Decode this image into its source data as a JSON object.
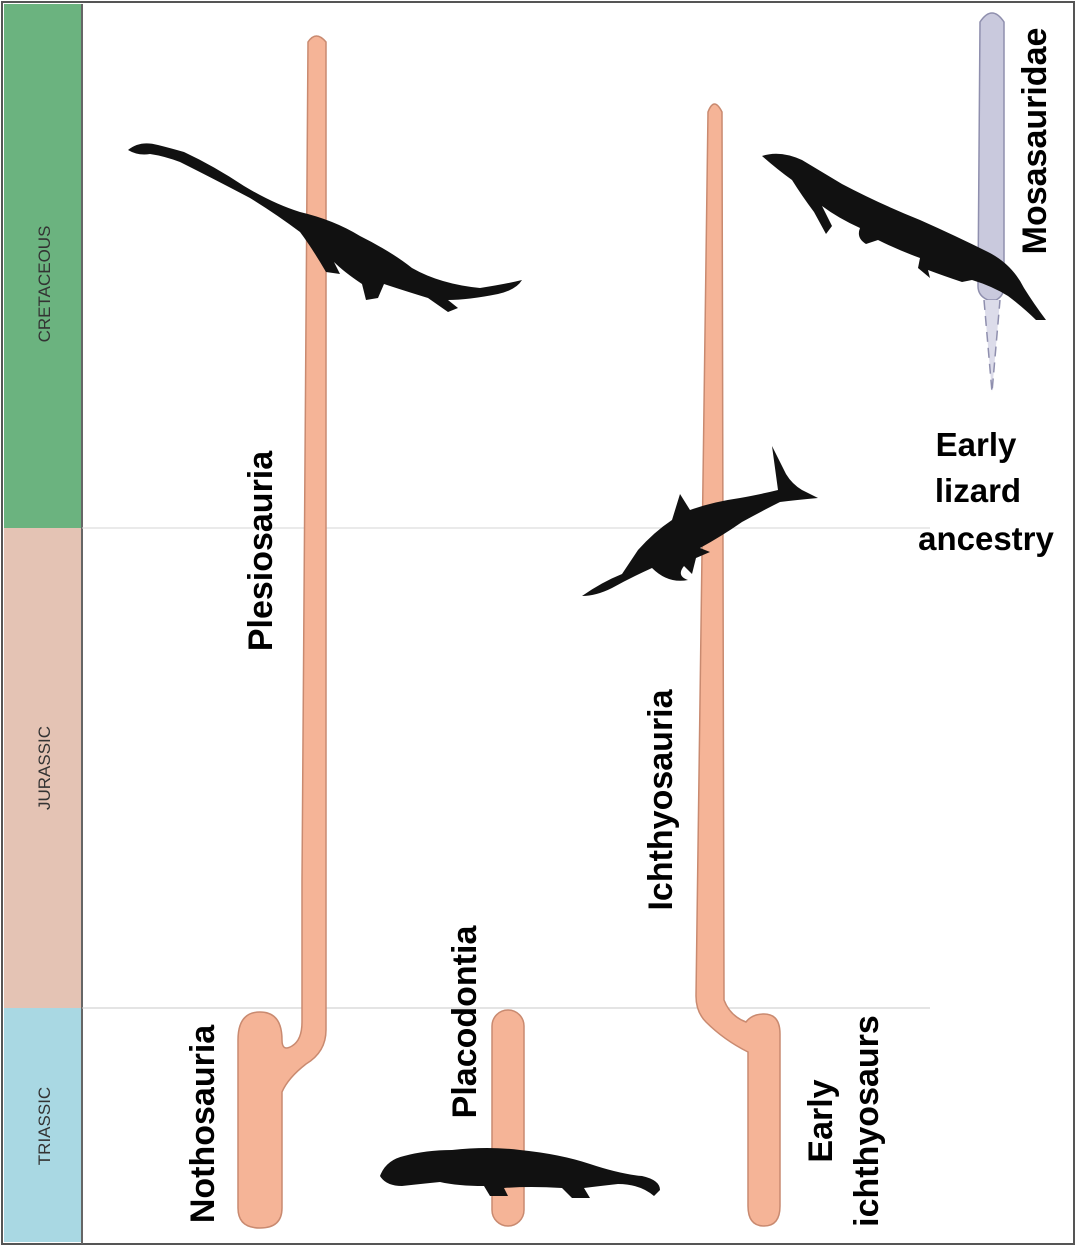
{
  "periods": [
    {
      "name": "CRETACEOUS",
      "color": "#6bb37f"
    },
    {
      "name": "JURASSIC",
      "color": "#e4c3b4"
    },
    {
      "name": "TRIASSIC",
      "color": "#a9d8e3"
    }
  ],
  "lineages": {
    "plesiosauria": "Plesiosauria",
    "nothosauria": "Nothosauria",
    "placodontia": "Placodontia",
    "ichthyosauria": "Ichthyosauria",
    "early_ichthyosaurs_1": "Early",
    "early_ichthyosaurs_2": "ichthyosaurs",
    "mosasauridae": "Mosasauridae",
    "early_lizard_1": "Early",
    "early_lizard_2": "lizard",
    "early_lizard_3": "ancestry"
  },
  "colors": {
    "lineage_fill": "#f5b497",
    "lineage_stroke": "#c98a70",
    "mosasaur_fill": "#c9c9dd",
    "mosasaur_stroke": "#8f8fae",
    "silhouette": "#111111",
    "boundary_line": "#cccccc"
  },
  "silhouettes": [
    "plesiosaur-silhouette",
    "placodont-silhouette",
    "ichthyosaur-silhouette",
    "mosasaur-silhouette"
  ]
}
